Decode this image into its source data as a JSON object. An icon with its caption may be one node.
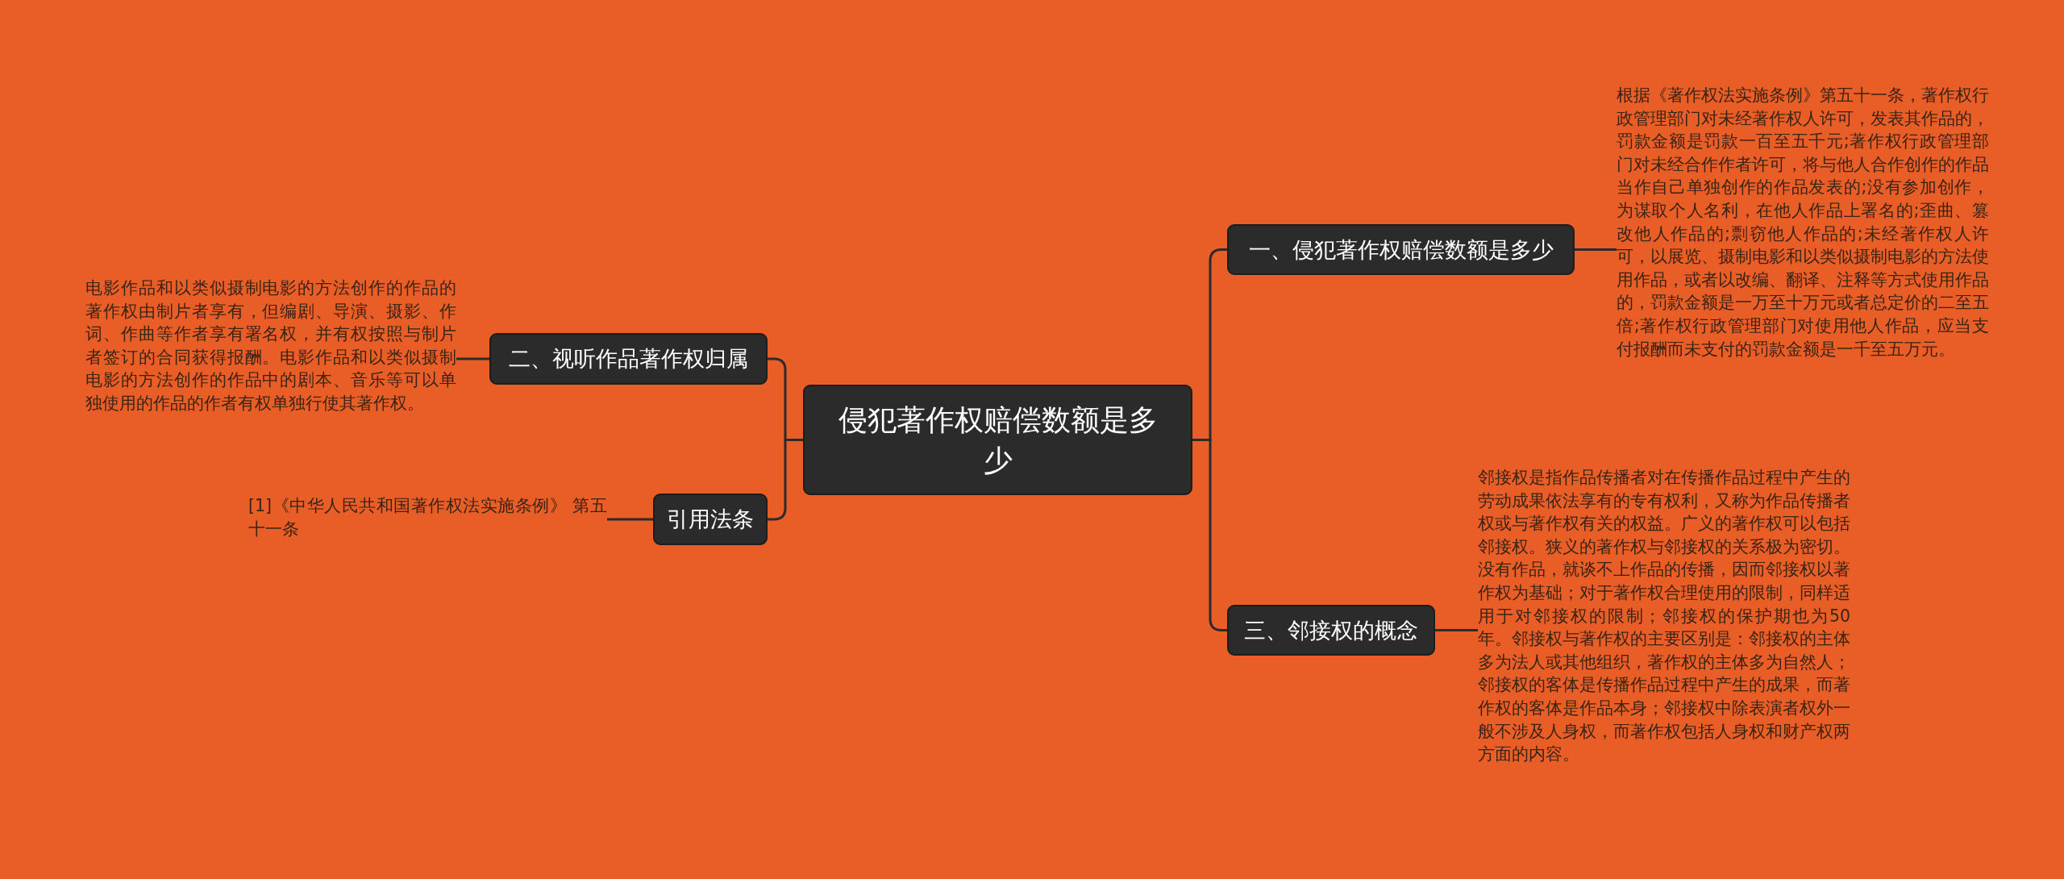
{
  "diagram": {
    "nodes": [
      {
        "text": [
          "侵犯著作权赔偿数额是多少"
        ]
      },
      {
        "text": [
          "一、侵犯著作权赔偿数额是多少"
        ]
      },
      {
        "text": [
          "根据《著作权法实施条例》第五十一条，著作权行政管理部门对未经著作权人许可，发表其作品的，罚款金额是罚款一百至五千元;著作权行政管理部门对未经合作作者许可，将与他人合作创作的作品当作自己单独创作的作品发表的;没有参加创作，为谋取个人名利，在他人作品上署名的;歪曲、篡改他人作品的;剽窃他人作品的;未经著作权人许可，以展览、摄制电影和以类似摄制电影的方法使用作品，或者以改编、翻译、注释等方式使用作品的，罚款金额是一万至十万元或者总定价的二至五倍;著作权行政管理部门对使用他人作品，应当支付报酬而未支付的罚款金额是一千至五万元。"
        ]
      },
      {
        "text": [
          "三、邻接权的概念"
        ]
      },
      {
        "text": [
          "邻接权是指作品传播者对在传播作品过程中产生的劳动成果依法享有的专有权利，又称为作品传播者权或与著作权有关的权益。广义的著作权可以包括邻接权。狭义的著作权与邻接权的关系极为密切。没有作品，就谈不上作品的传播，因而邻接权以著作权为基础；对于著作权合理使用的限制，同样适用于对邻接权的限制；邻接权的保护期也为50年。邻接权与著作权的主要区别是：邻接权的主体多为法人或其他组织，著作权的主体多为自然人；邻接权的客体是传播作品过程中产生的成果，而著作权的客体是作品本身；邻接权中除表演者权外一般不涉及人身权，而著作权包括人身权和财产权两方面的内容。"
        ]
      },
      {
        "text": [
          "二、视听作品著作权归属"
        ]
      },
      {
        "text": [
          "电影作品和以类似摄制电影的方法创作的作品的著作权由制片者享有，但编剧、导演、摄影、作词、作曲等作者享有署名权，并有权按照与制片者签订的合同获得报酬。电影作品和以类似摄制电影的方法创作的作品中的剧本、音乐等可以单独使用的作品的作者有权单独行使其著作权。"
        ]
      },
      {
        "text": [
          "引用法条"
        ]
      },
      {
        "text": [
          "[1]《中华人民共和国著作权法实施条例》 第五十一条"
        ]
      }
    ],
    "edges": [
      {
        "from": 0,
        "to": 1,
        "arrow": "none"
      },
      {
        "from": 1,
        "to": 2,
        "arrow": "none"
      },
      {
        "from": 0,
        "to": 3,
        "arrow": "none"
      },
      {
        "from": 3,
        "to": 4,
        "arrow": "none"
      },
      {
        "from": 0,
        "to": 5,
        "arrow": "none"
      },
      {
        "from": 5,
        "to": 6,
        "arrow": "none"
      },
      {
        "from": 0,
        "to": 7,
        "arrow": "none"
      },
      {
        "from": 7,
        "to": 8,
        "arrow": "none"
      }
    ]
  }
}
